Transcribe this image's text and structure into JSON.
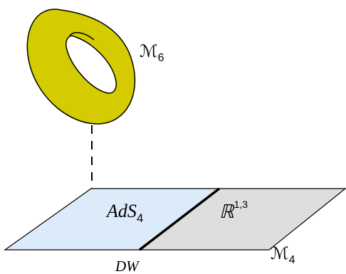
{
  "labels": {
    "compact_space": {
      "main": "ℳ",
      "sub": "6"
    },
    "ads": {
      "main": "AdS",
      "sub": "4"
    },
    "minkowski": {
      "main": "ℝ",
      "sup": "1,3"
    },
    "spacetime": {
      "main": "ℳ",
      "sub": "4"
    },
    "wall": "DW"
  },
  "colors": {
    "torus_fill": "#d4cc00",
    "ads_region": "#dcebfa",
    "minkowski_region": "#dedede",
    "stroke": "#000000"
  }
}
